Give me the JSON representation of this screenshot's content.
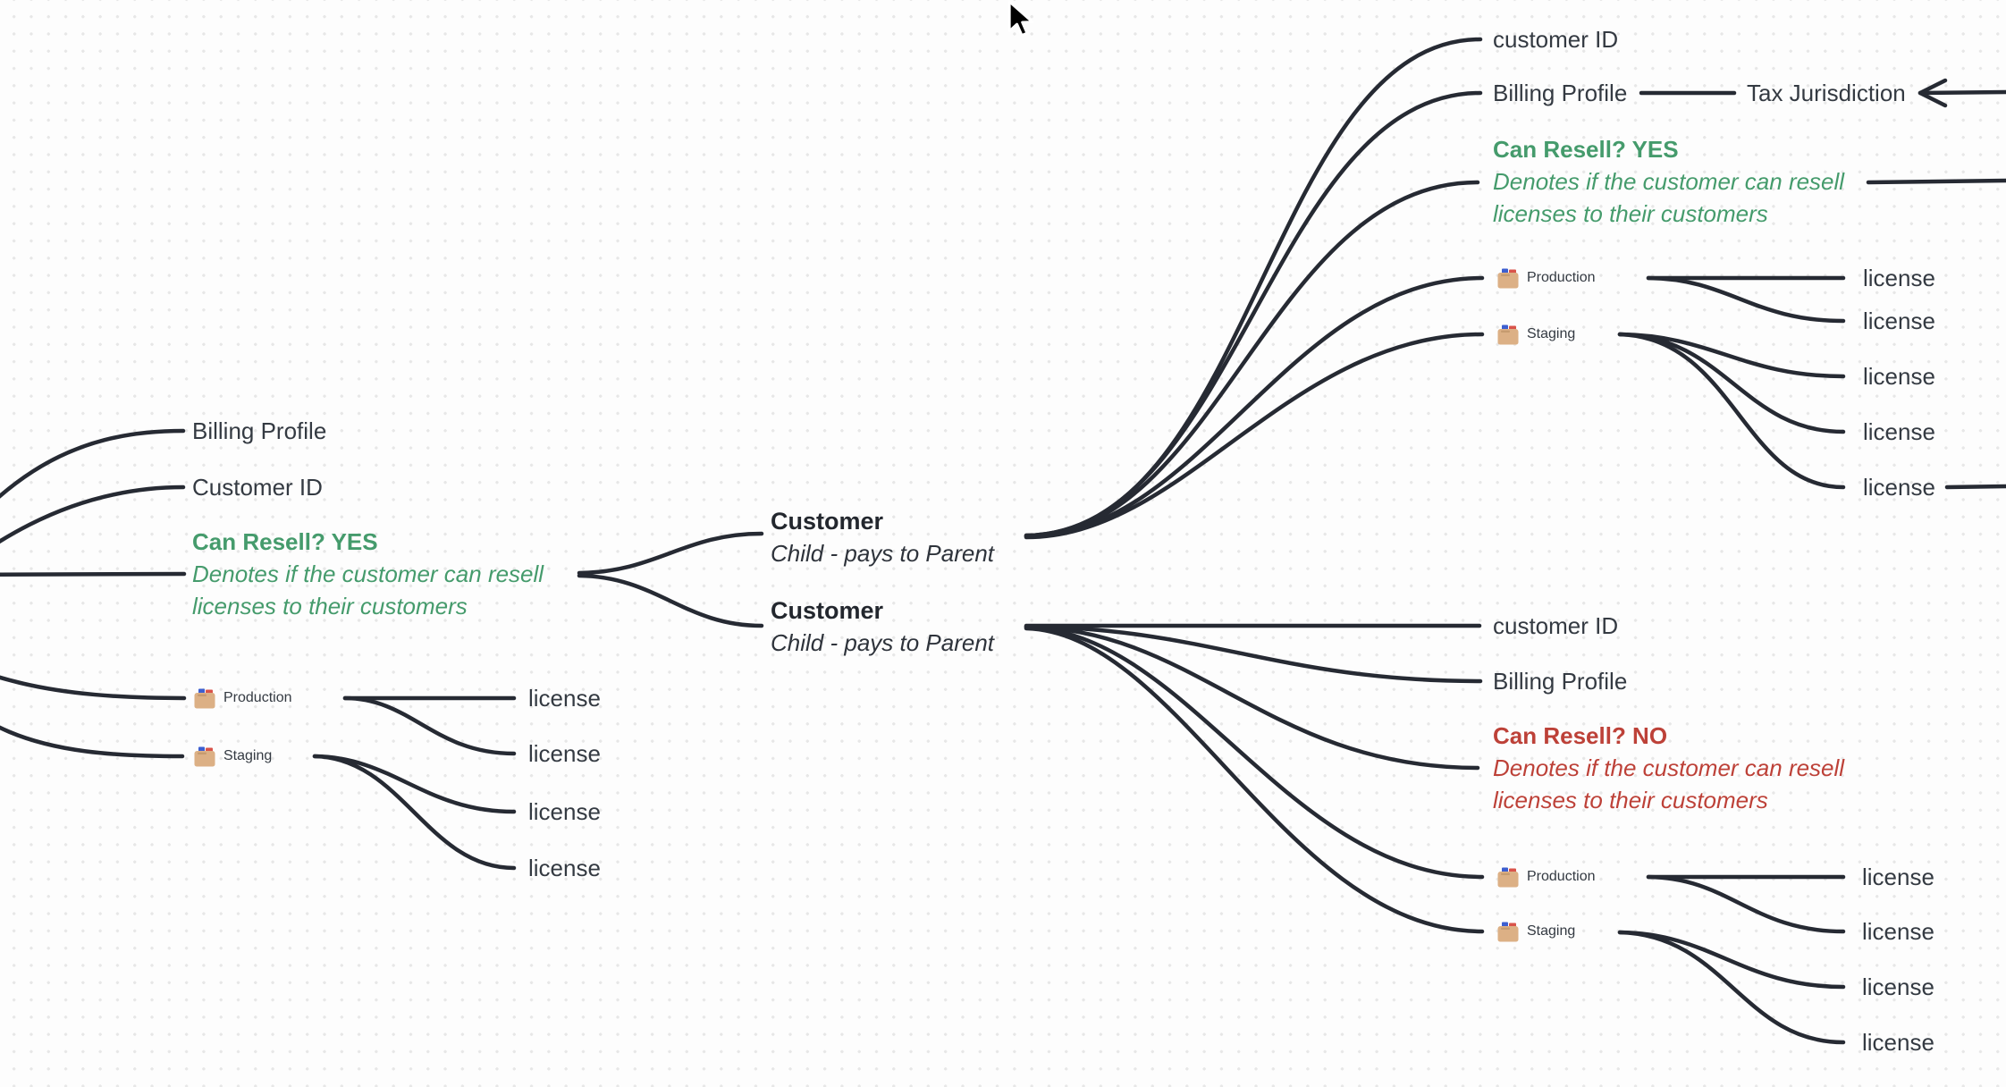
{
  "colors": {
    "edge": "#262a33",
    "yes_green": "#459b6c",
    "no_red": "#bd4138",
    "text": "#343a42"
  },
  "left": {
    "billing_profile": "Billing Profile",
    "customer_id": "Customer ID",
    "can_resell_title": "Can Resell? YES",
    "can_resell_desc": "Denotes if the customer can resell licenses to their customers",
    "production": "Production",
    "staging": "Staging",
    "licenses": [
      "license",
      "license",
      "license",
      "license"
    ]
  },
  "center": {
    "customer_top": {
      "title": "Customer",
      "subtitle": "Child - pays to Parent"
    },
    "customer_bottom": {
      "title": "Customer",
      "subtitle": "Child - pays to Parent"
    }
  },
  "top_right": {
    "customer_id": "customer ID",
    "billing_profile": "Billing Profile",
    "tax_jurisdiction": "Tax Jurisdiction",
    "can_resell_title": "Can Resell? YES",
    "can_resell_desc": "Denotes if the customer can resell licenses to their customers",
    "production": "Production",
    "staging": "Staging",
    "licenses": [
      "license",
      "license",
      "license",
      "license",
      "license"
    ]
  },
  "bottom_right": {
    "customer_id": "customer ID",
    "billing_profile": "Billing Profile",
    "can_resell_title": "Can Resell? NO",
    "can_resell_desc": "Denotes if the customer can resell licenses to their customers",
    "production": "Production",
    "staging": "Staging",
    "licenses": [
      "license",
      "license",
      "license",
      "license"
    ]
  },
  "icons": {
    "environment": "card-index-dividers",
    "pointer": "mouse-cursor",
    "arrow": "left-arrow"
  }
}
